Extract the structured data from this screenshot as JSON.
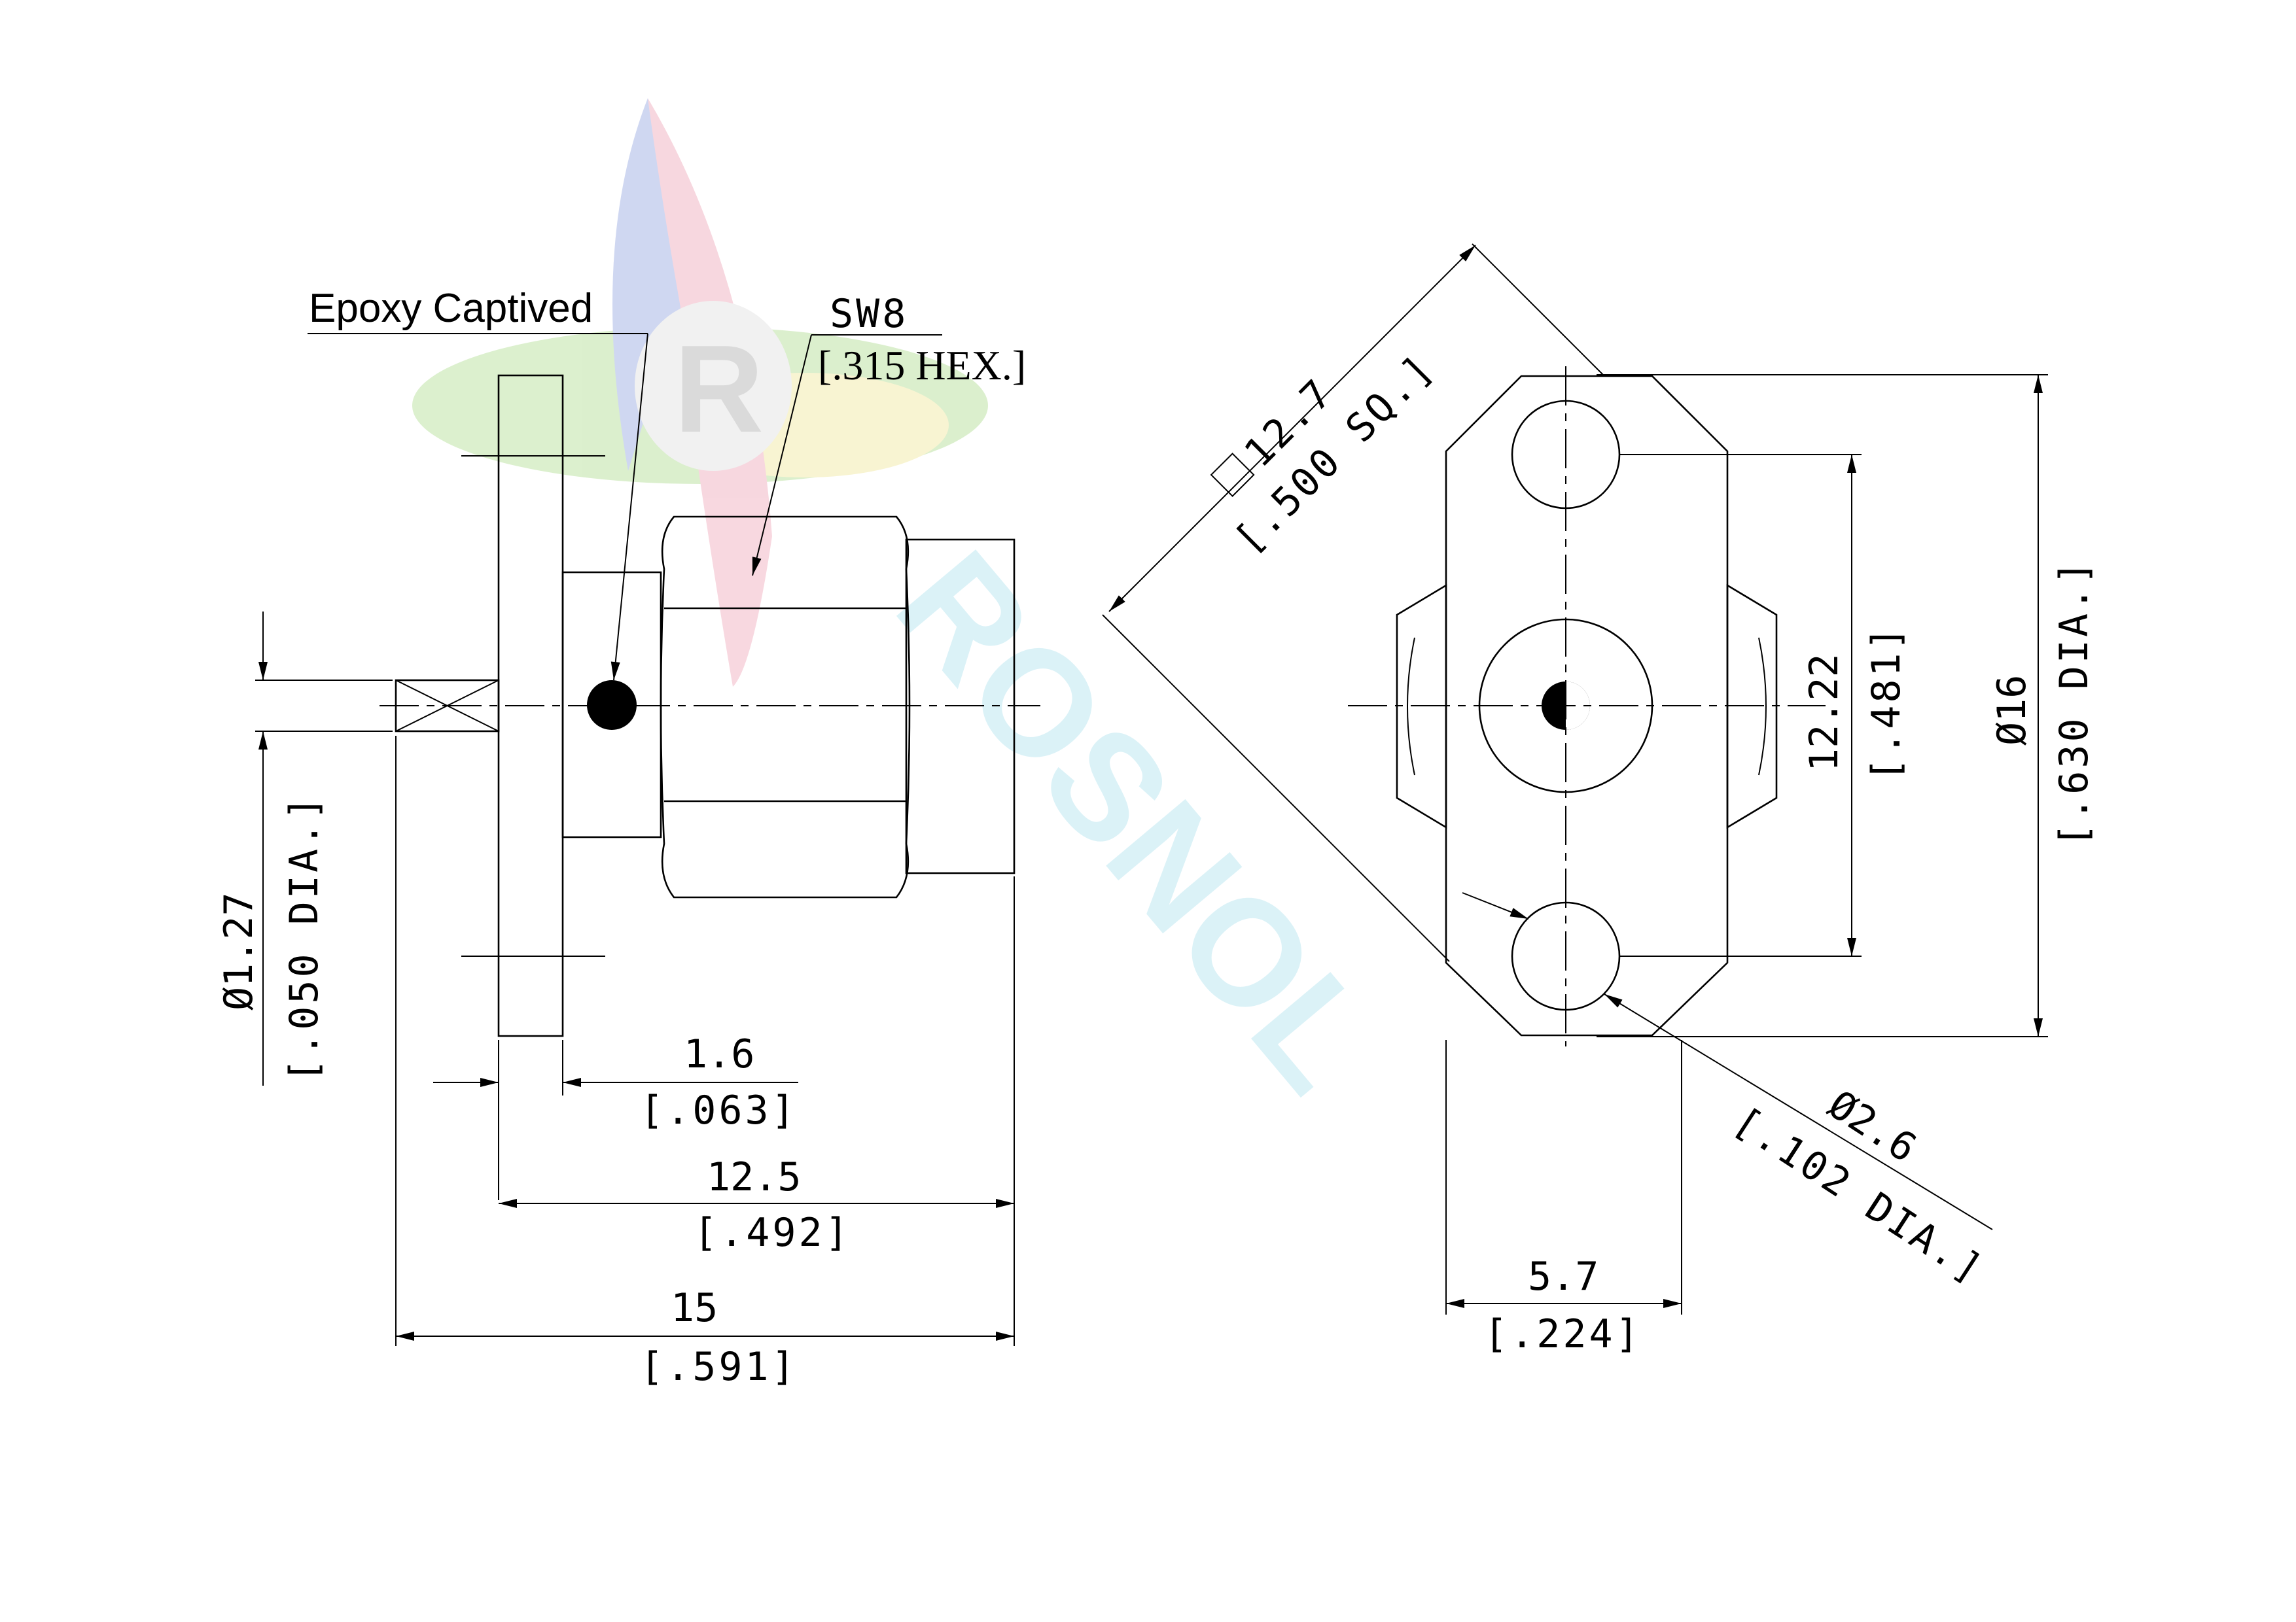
{
  "labels": {
    "epoxy": "Epoxy Captived",
    "sw": "SW8",
    "hex": "[.315 HEX.]"
  },
  "dims": {
    "pin_dia": "Ø1.27",
    "pin_dia_in": "[.050 DIA.]",
    "flange_thk": "1.6",
    "flange_thk_in": "[.063]",
    "body_len": "12.5",
    "body_len_in": "[.492]",
    "total_len": "15",
    "total_len_in": "[.591]",
    "square": "12.7",
    "square_in": "[.500 SQ.]",
    "hole_spacing": "12.22",
    "hole_spacing_in": "[.481]",
    "flange_dia": "Ø16",
    "flange_dia_in": "[.630 DIA.]",
    "hole_dia": "Ø2.6",
    "hole_dia_in": "[.102 DIA.]",
    "flange_width": "5.7",
    "flange_width_in": "[.224]"
  },
  "watermark": {
    "text": "ROSNOL",
    "colors": {
      "blue": "#a9b7e6",
      "green": "#bfe3a6",
      "yellow": "#f4ecae",
      "red": "#f2b8c6",
      "cyan": "#bfe8f2"
    }
  }
}
